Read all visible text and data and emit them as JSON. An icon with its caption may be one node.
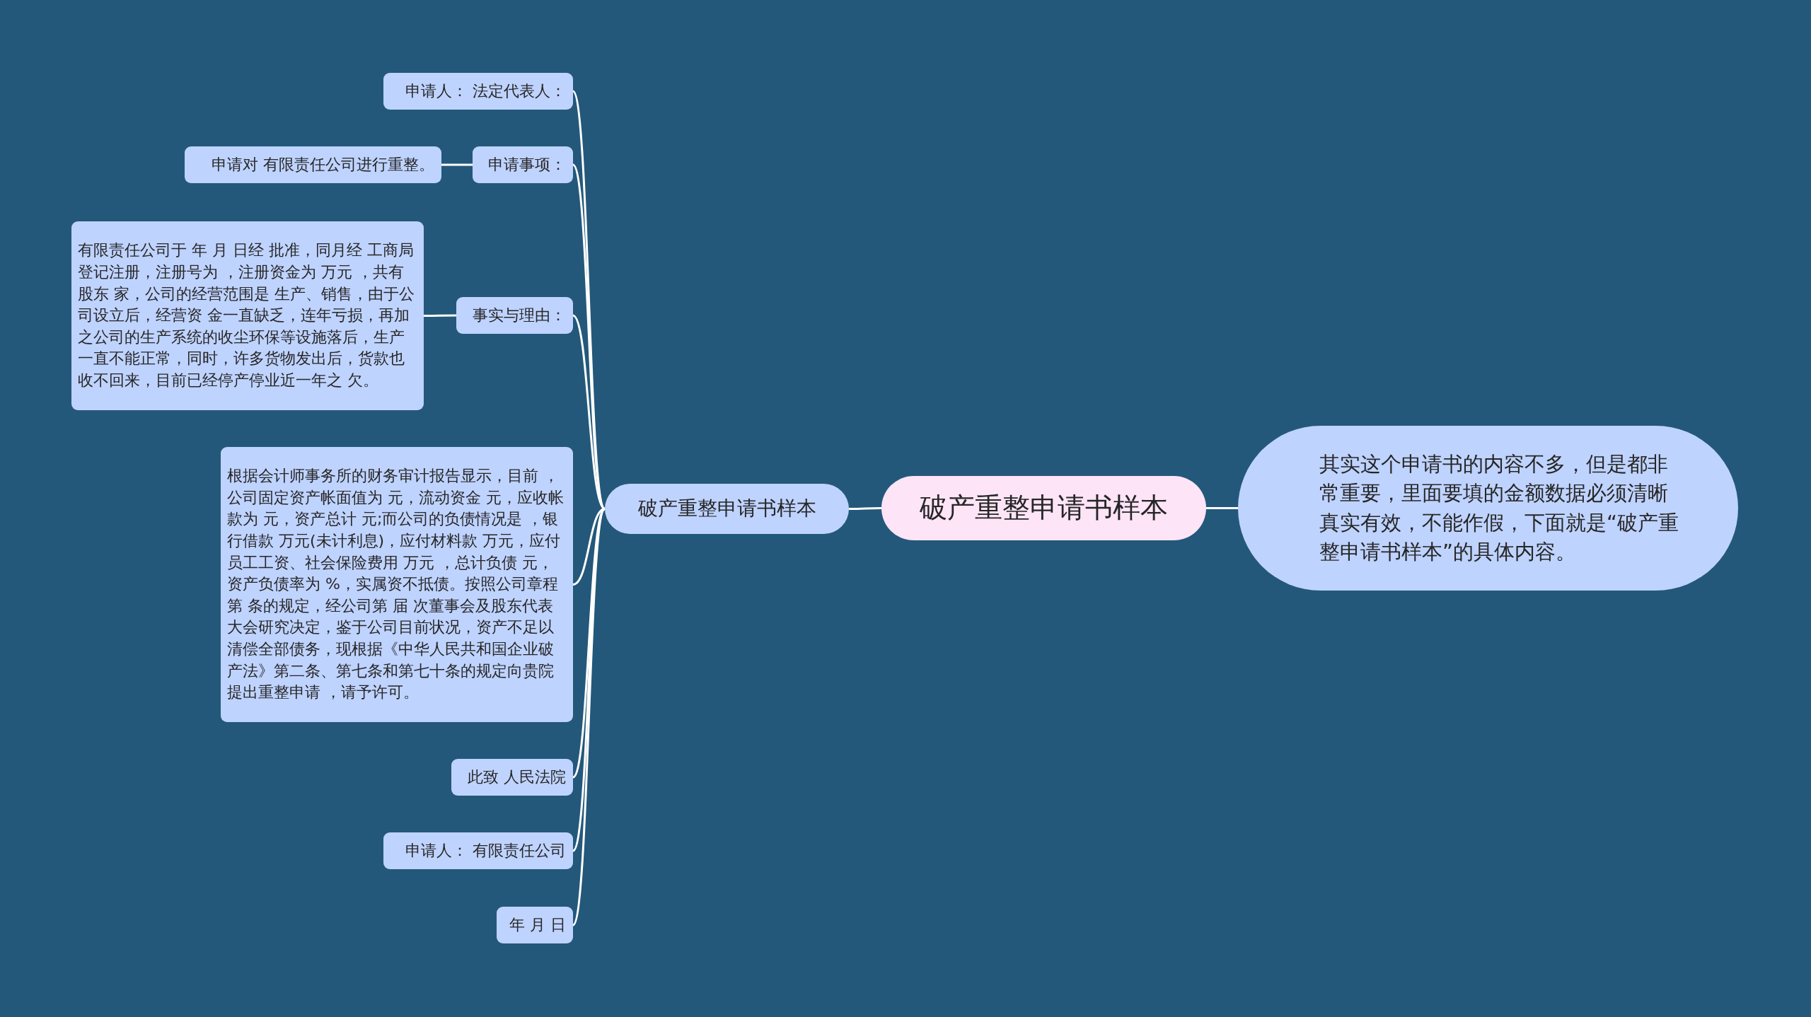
{
  "diagram": {
    "nodes": [
      {
        "text": [
          "破产重整申请书样本"
        ]
      },
      {
        "text": [
          "其实这个申请书的内容不多，但是都非常重要，里面要填的金额数据必须清晰真实有效，不能作假，下面就是“破产重整申请书样本”的具体内容。"
        ]
      },
      {
        "text": [
          "破产重整申请书样本"
        ]
      },
      {
        "text": [
          "申请人： 法定代表人："
        ]
      },
      {
        "text": [
          "申请事项："
        ]
      },
      {
        "text": [
          "申请对 有限责任公司进行重整。"
        ]
      },
      {
        "text": [
          "事实与理由："
        ]
      },
      {
        "text": [
          "有限责任公司于 年 月 日经 批准，同月经 工商局登记注册，注册号为 ，注册资金为 万元 ，共有股东 家，公司的经营范围是 生产、销售，由于公司设立后，经营资 金一直缺乏，连年亏损，再加之公司的生产系统的收尘环保等设施落后，生产一直不能正常，同时，许多货物发出后，货款也收不回来，目前已经停产停业近一年之 欠。"
        ]
      },
      {
        "text": [
          "根据会计师事务所的财务审计报告显示，目前 ，公司固定资产帐面值为 元，流动资金 元，应收帐款为 元，资产总计 元;而公司的负债情况是 ，银行借款 万元(未计利息)，应付材料款 万元，应付员工工资、社会保险费用 万元 ，总计负债 元，资产负债率为 %，实属资不抵债。按照公司章程第 条的规定，经公司第 届 次董事会及股东代表大会研究决定，鉴于公司目前状况，资产不足以清偿全部债务，现根据《中华人民共和国企业破产法》第二条、第七条和第七十条的规定向贵院提出重整申请 ，请予许可。"
        ]
      },
      {
        "text": [
          "此致 人民法院"
        ]
      },
      {
        "text": [
          "申请人： 有限责任公司"
        ]
      },
      {
        "text": [
          "年 月 日"
        ]
      }
    ],
    "edges": [
      {
        "from": 0,
        "to": 1,
        "arrow": "none"
      },
      {
        "from": 0,
        "to": 2,
        "arrow": "none"
      },
      {
        "from": 2,
        "to": 3,
        "arrow": "none"
      },
      {
        "from": 2,
        "to": 4,
        "arrow": "none"
      },
      {
        "from": 4,
        "to": 5,
        "arrow": "none"
      },
      {
        "from": 2,
        "to": 6,
        "arrow": "none"
      },
      {
        "from": 6,
        "to": 7,
        "arrow": "none"
      },
      {
        "from": 2,
        "to": 8,
        "arrow": "none"
      },
      {
        "from": 2,
        "to": 9,
        "arrow": "none"
      },
      {
        "from": 2,
        "to": 10,
        "arrow": "none"
      },
      {
        "from": 2,
        "to": 11,
        "arrow": "none"
      }
    ]
  }
}
